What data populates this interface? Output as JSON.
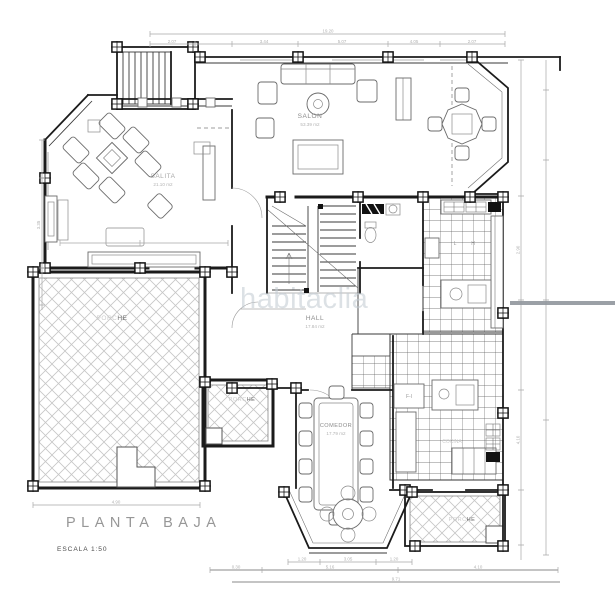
{
  "page": {
    "background": "#ffffff"
  },
  "plan": {
    "title": "PLANTA BAJA",
    "scale_label": "ESCALA 1:50",
    "watermark": "habitaclia",
    "rooms": {
      "salon": {
        "label": "SALON",
        "area": "53.39 m2"
      },
      "salita": {
        "label": "SALITA",
        "area": "21.10 m2"
      },
      "hall": {
        "label": "HALL",
        "area": "17.84 m2"
      },
      "comedor": {
        "label": "COMEDOR",
        "area": "17.79 m2"
      },
      "porche_oeste": {
        "label_faint": "PORC",
        "label_dark": "HE"
      },
      "porche_centro": {
        "label_faint": "PORC",
        "label_dark": "HE"
      },
      "porche_sur": {
        "label_faint": "PORC",
        "label_dark": "HE"
      },
      "cocina": {
        "label": "COCINA"
      },
      "office": {
        "label": "F-I"
      },
      "lavadero": {
        "label_l": "L",
        "label_h": "H"
      }
    },
    "dimensions": {
      "top_total": "19.20",
      "top_segments": [
        "2.07",
        "3.44",
        "5.07",
        "4.05",
        "2.07"
      ],
      "bay_segments": [
        "1.20",
        "3.05",
        "1.20"
      ],
      "bottom_segments": [
        "0.30",
        "5.16",
        "4.10"
      ],
      "bottom_total": "9.71",
      "terrace_width": "4.90",
      "left_height": "3.35",
      "right_heights": [
        "2.90",
        "4.10"
      ]
    },
    "colors": {
      "wall": "#1b1b1b",
      "hatch": "#c6c6c6",
      "tile": "#5a5a5a",
      "dim": "#a8a8a8",
      "label": "#8a8a8a",
      "watermark": "#c4ccd3",
      "bar": "#90969c"
    }
  }
}
